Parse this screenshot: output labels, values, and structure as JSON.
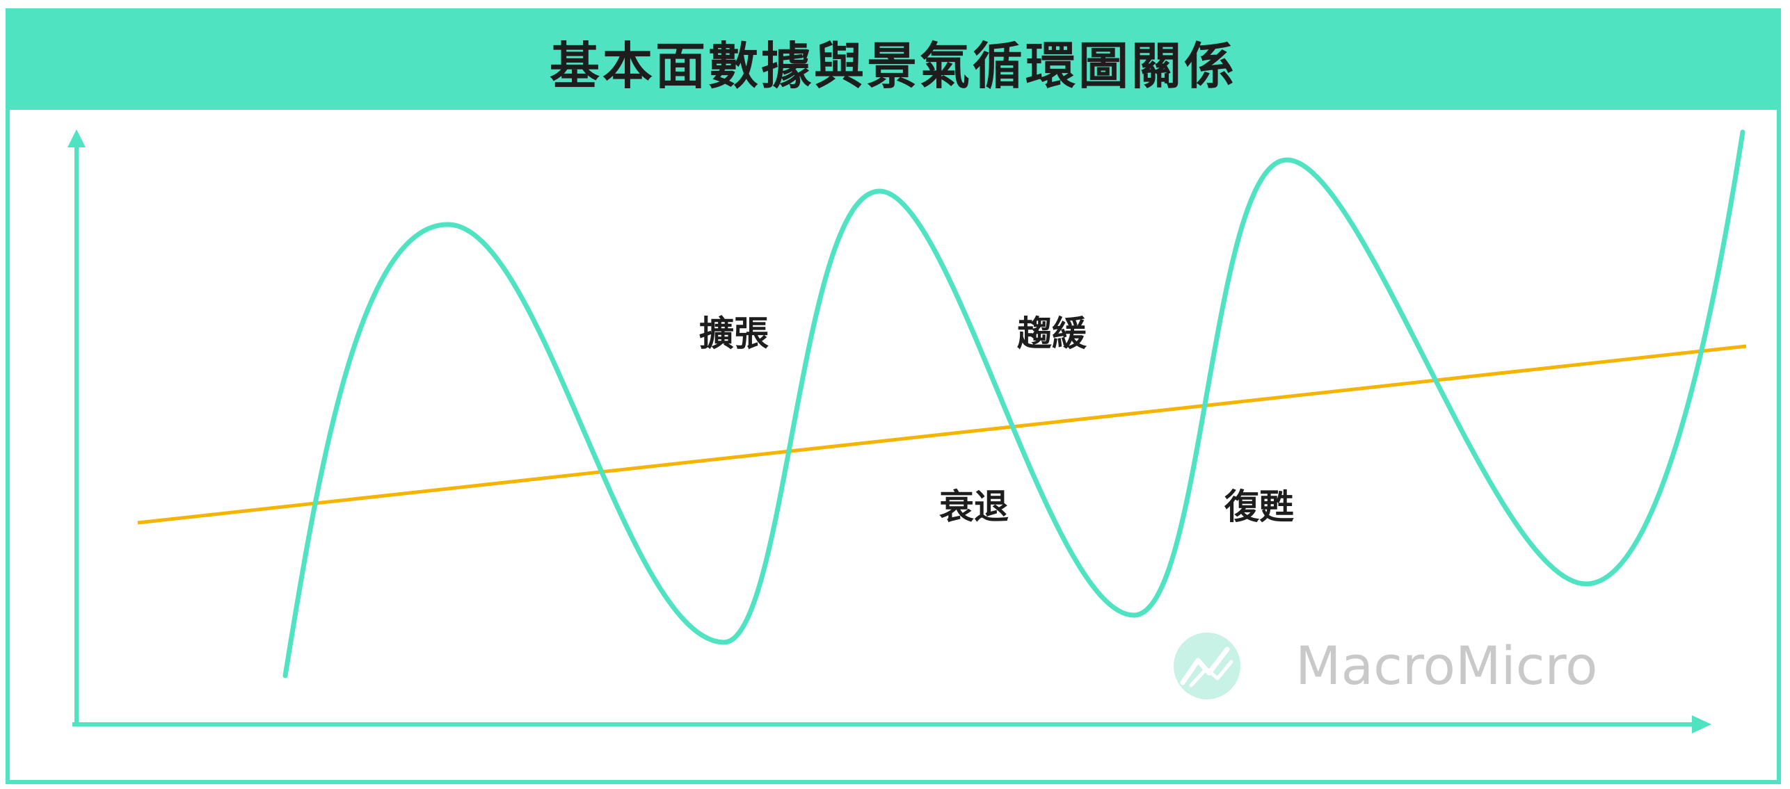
{
  "title": "基本面數據與景氣循環圖關係",
  "phases": {
    "expansion": "擴張",
    "slowdown": "趨緩",
    "recession": "衰退",
    "recovery": "復甦"
  },
  "watermark": {
    "brand": "MacroMicro",
    "logo_icon": "macromicro-chart-logo-icon"
  },
  "colors": {
    "accent": "#4fe3c1",
    "cycle_line": "#4fe3c1",
    "trend_line": "#f5b400",
    "text": "#1d1d1d",
    "watermark": "#c9c9c9"
  }
}
